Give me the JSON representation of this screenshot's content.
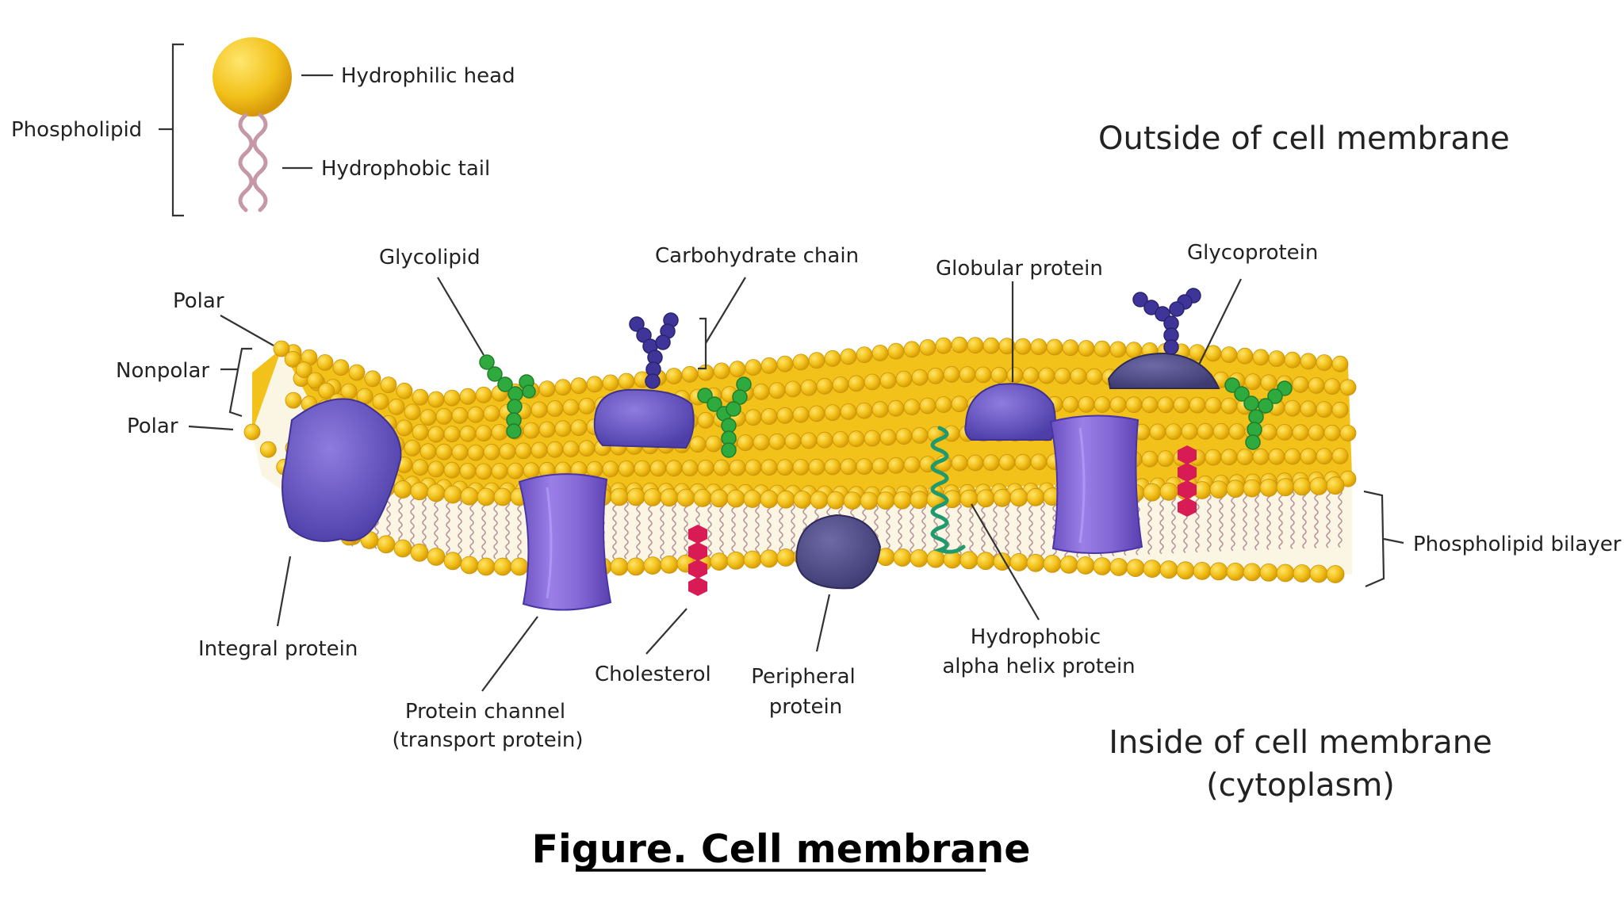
{
  "legend": {
    "phospholipid": "Phospholipid",
    "hydrophilic_head": "Hydrophilic head",
    "hydrophobic_tail": "Hydrophobic tail"
  },
  "sides": {
    "outside": "Outside of cell membrane",
    "inside_line1": "Inside of cell membrane",
    "inside_line2": "(cytoplasm)"
  },
  "labels": {
    "polar_top": "Polar",
    "nonpolar": "Nonpolar",
    "polar_bottom": "Polar",
    "glycolipid": "Glycolipid",
    "carbohydrate_chain": "Carbohydrate chain",
    "globular_protein": "Globular protein",
    "glycoprotein": "Glycoprotein",
    "phospholipid_bilayer": "Phospholipid bilayer",
    "integral_protein": "Integral protein",
    "protein_channel_line1": "Protein channel",
    "protein_channel_line2": "(transport protein)",
    "cholesterol": "Cholesterol",
    "peripheral_line1": "Peripheral",
    "peripheral_line2": "protein",
    "alpha_helix_line1": "Hydrophobic",
    "alpha_helix_line2": "alpha helix protein"
  },
  "caption": "Figure. Cell membrane",
  "colors": {
    "head": "#f2c11a",
    "head_dark": "#d99e08",
    "tail": "#c9a3a8",
    "protein": "#7a5fc8",
    "protein_dark": "#4a3d96",
    "glycolipid": "#2faa3e",
    "cholesterol": "#d81b55",
    "helix": "#1e9a6e",
    "peripheral": "#4e4a86"
  }
}
